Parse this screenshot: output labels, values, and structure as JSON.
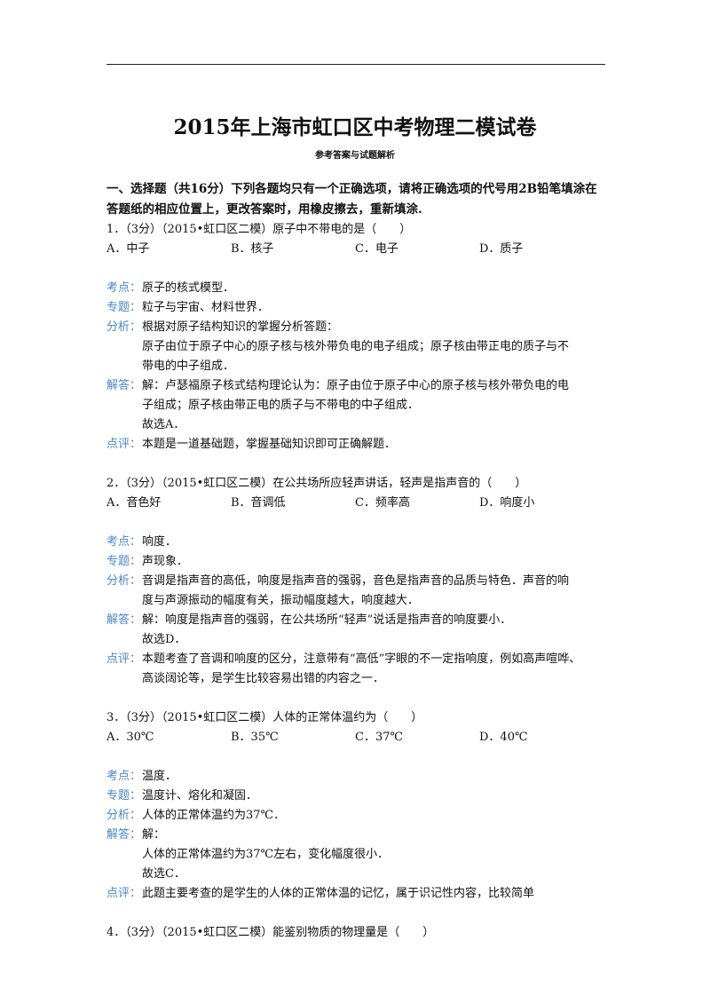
{
  "doc": {
    "title": "2015年上海市虹口区中考物理二模试卷",
    "subtitle": "参考答案与试题解析",
    "section_heading": "一、选择题（共16分）下列各题均只有一个正确选项，请将正确选项的代号用2B铅笔填涂在答题纸的相应位置上，更改答案时，用橡皮擦去，重新填涂."
  },
  "labels": {
    "kaodian": "考点：",
    "zhuanti": "专题：",
    "fenxi": "分析：",
    "jieda": "解答：",
    "dianping": "点评："
  },
  "questions": [
    {
      "stem": "1．（3分）（2015•虹口区二模）原子中不带电的是（　　）",
      "options": [
        "A．中子",
        "B．核子",
        "C．电子",
        "D．质子"
      ],
      "kaodian": "原子的核式模型．",
      "zhuanti": "粒子与宇宙、材料世界．",
      "fenxi": [
        "根据对原子结构知识的掌握分析答题：",
        "原子由位于原子中心的原子核与核外带负电的电子组成；原子核由带正电的质子与不",
        "带电的中子组成．"
      ],
      "jieda": [
        "解：卢瑟福原子核式结构理论认为：原子由位于原子中心的原子核与核外带负电的电",
        "子组成；原子核由带正电的质子与不带电的中子组成．",
        "故选A．"
      ],
      "dianping": [
        "本题是一道基础题，掌握基础知识即可正确解题．"
      ]
    },
    {
      "stem": "2．（3分）（2015•虹口区二模）在公共场所应轻声讲话，轻声是指声音的（　　）",
      "options": [
        "A．音色好",
        "B．音调低",
        "C．频率高",
        "D．响度小"
      ],
      "kaodian": "响度．",
      "zhuanti": "声现象．",
      "fenxi": [
        "音调是指声音的高低，响度是指声音的强弱，音色是指声音的品质与特色．声音的响",
        "度与声源振动的幅度有关，振动幅度越大，响度越大．"
      ],
      "jieda": [
        "解：响度是指声音的强弱，在公共场所“轻声”说话是指声音的响度要小．",
        "故选D．"
      ],
      "dianping": [
        "本题考查了音调和响度的区分，注意带有“高低”字眼的不一定指响度，例如高声喧哗、",
        "高谈阔论等，是学生比较容易出错的内容之一．"
      ]
    },
    {
      "stem": "3．（3分）（2015•虹口区二模）人体的正常体温约为（　　）",
      "options": [
        "A．30℃",
        "B．35℃",
        "C．37℃",
        "D．40℃"
      ],
      "kaodian": "温度．",
      "zhuanti": "温度计、熔化和凝固．",
      "fenxi": [
        "人体的正常体温约为37℃．"
      ],
      "jieda": [
        "解：",
        "人体的正常体温约为37℃左右，变化幅度很小．",
        "故选C．"
      ],
      "dianping": [
        "此题主要考查的是学生的人体的正常体温的记忆，属于识记性内容，比较简单"
      ]
    },
    {
      "stem": "4．（3分）（2015•虹口区二模）能鉴别物质的物理量是（　　）"
    }
  ]
}
